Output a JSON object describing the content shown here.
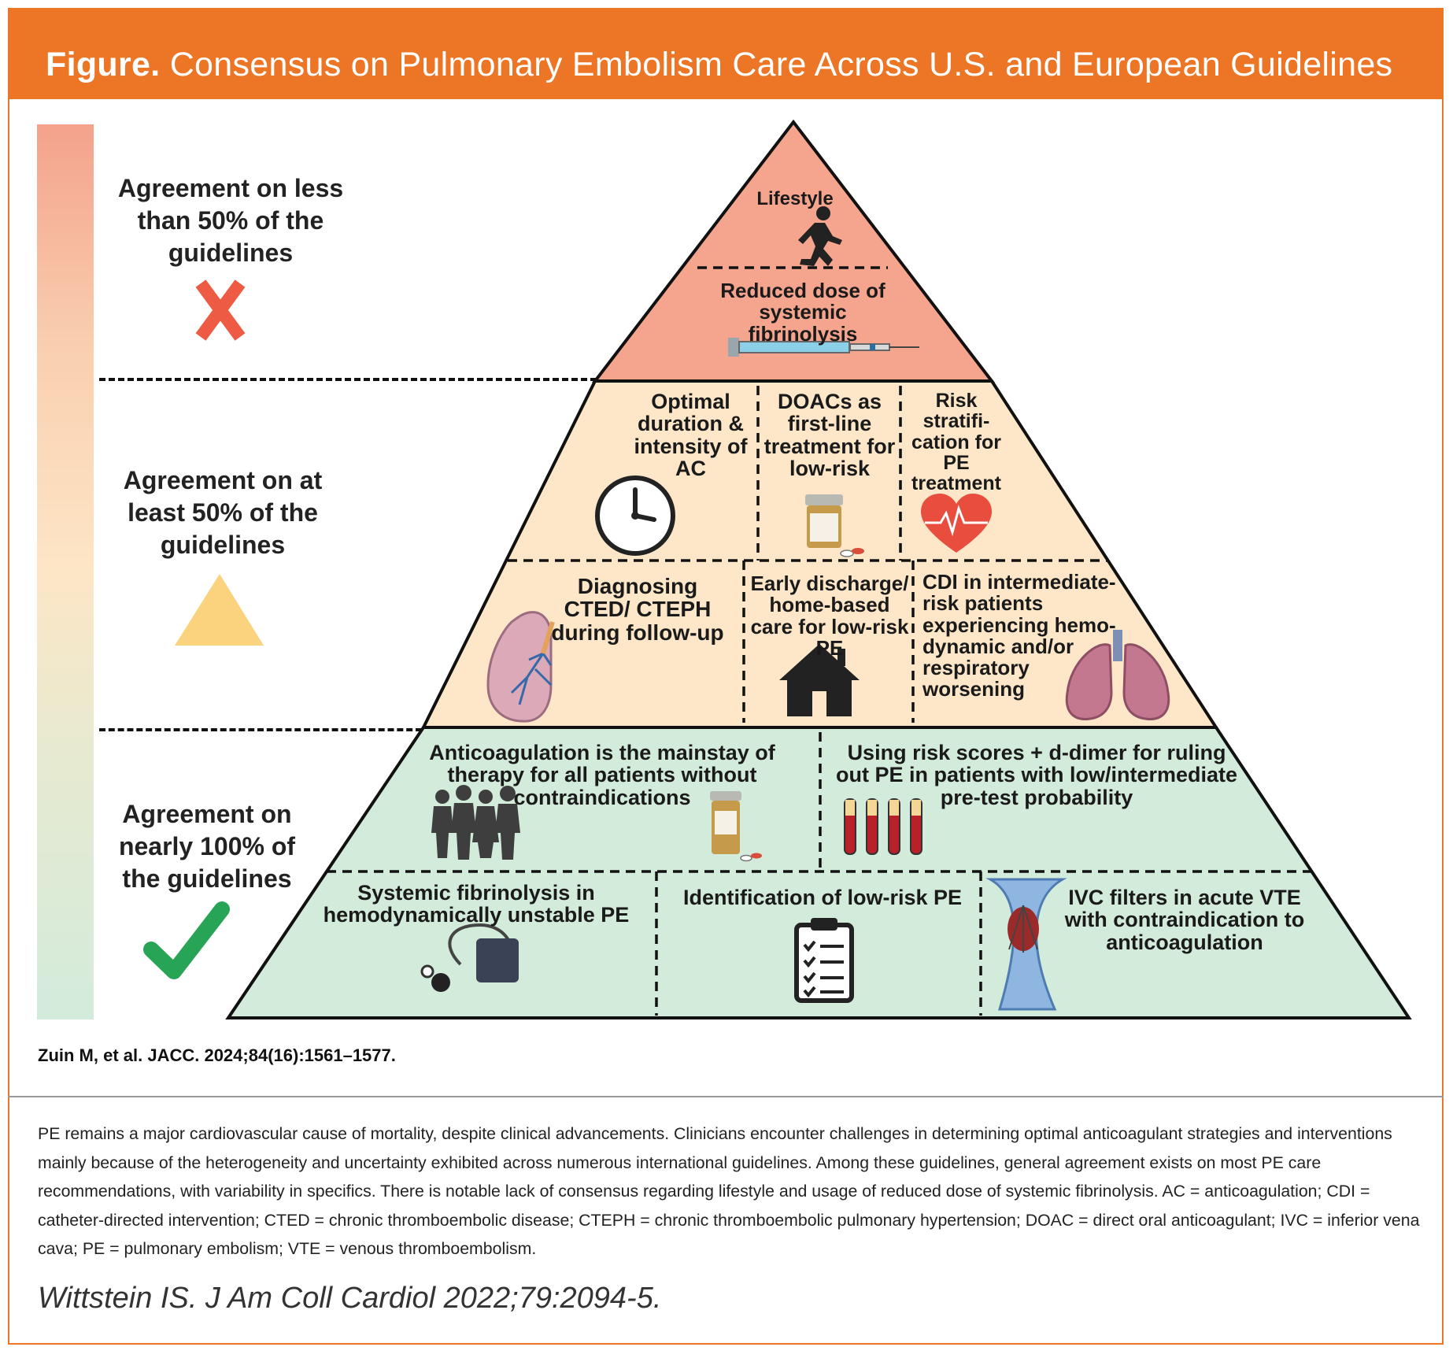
{
  "header": {
    "bold_label": "Figure.",
    "title": "Consensus on Pulmonary Embolism Care Across U.S. and European Guidelines"
  },
  "levels": [
    {
      "label": "Agreement on less than 50% of the guidelines",
      "symbol": "red-x",
      "color": "#ee5b45"
    },
    {
      "label": "Agreement on at least 50% of the guidelines",
      "symbol": "yellow-triangle",
      "color": "#fbd37e"
    },
    {
      "label": "Agreement on nearly 100% of the guidelines",
      "symbol": "green-check",
      "color": "#27a455"
    }
  ],
  "pyramid": {
    "colors": {
      "top": "#f5a58d",
      "middle": "#fde7c8",
      "bottom": "#d3ebdb"
    },
    "top": [
      {
        "text": "Lifestyle",
        "icon": "runner-icon"
      },
      {
        "text": "Reduced dose of systemic fibrinolysis",
        "icon": "syringe-icon"
      }
    ],
    "middle_row1": [
      {
        "text": "Optimal duration & intensity of AC",
        "icon": "clock-icon"
      },
      {
        "text": "DOACs as first-line treatment for low-risk",
        "icon": "pill-bottle-icon"
      },
      {
        "text": "Risk stratifi-cation for PE treatment",
        "icon": "heart-pulse-icon"
      }
    ],
    "middle_row2": [
      {
        "text": "Diagnosing CTED/ CTEPH during follow-up",
        "icon": "lung-icon"
      },
      {
        "text": "Early discharge/ home-based care for low-risk PE",
        "icon": "house-icon"
      },
      {
        "text": "CDI in intermediate-risk patients experiencing hemo-dynamic and/or respiratory worsening",
        "icon": "lungs-icon"
      }
    ],
    "bottom_row1": [
      {
        "text": "Anticoagulation is the mainstay of therapy for all patients without contraindications",
        "icon": "people-icon"
      },
      {
        "text": "Using risk scores + d-dimer for ruling out PE in patients with low/intermediate pre-test probability",
        "icon": "test-tubes-icon"
      }
    ],
    "bottom_row2": [
      {
        "text": "Systemic fibrinolysis in hemodynamically unstable PE",
        "icon": "blood-pressure-cuff-icon"
      },
      {
        "text": "Identification of low-risk PE",
        "icon": "clipboard-icon"
      },
      {
        "text": "IVC filters in acute VTE with contraindication to anticoagulation",
        "icon": "ivc-filter-icon"
      }
    ]
  },
  "citation": "Zuin M, et al. JACC. 2024;84(16):1561–1577.",
  "caption": "PE remains a major cardiovascular cause of mortality, despite clinical advancements. Clinicians encounter challenges in determining optimal anticoagulant strategies and interventions mainly because of the heterogeneity and uncertainty exhibited across numerous international guidelines. Among these guidelines, general agreement exists on most PE care recommendations, with variability in specifics. There is notable lack of consensus regarding lifestyle and usage of reduced dose of systemic fibrinolysis. AC = anticoagulation; CDI = catheter-directed intervention; CTED = chronic thromboembolic disease; CTEPH = chronic thromboembolic pulmonary hypertension; DOAC = direct oral anticoagulant; IVC = inferior vena cava; PE = pulmonary embolism; VTE = venous thromboembolism.",
  "source": "Wittstein IS. J Am Coll Cardiol 2022;79:2094-5."
}
